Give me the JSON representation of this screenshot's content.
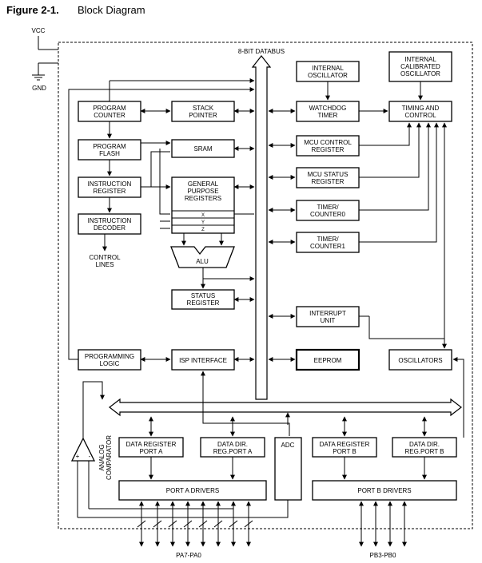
{
  "figure": {
    "number": "Figure 2-1.",
    "title": "Block Diagram"
  },
  "pins": {
    "vcc": "VCC",
    "gnd": "GND",
    "port_a_pins": "PA7-PA0",
    "port_b_pins": "PB3-PB0"
  },
  "bus": {
    "databus": "8-BIT DATABUS"
  },
  "blocks": {
    "program_counter": [
      "PROGRAM",
      "COUNTER"
    ],
    "stack_pointer": [
      "STACK",
      "POINTER"
    ],
    "program_flash": [
      "PROGRAM",
      "FLASH"
    ],
    "sram": [
      "SRAM"
    ],
    "instruction_register": [
      "INSTRUCTION",
      "REGISTER"
    ],
    "gp_registers": [
      "GENERAL",
      "PURPOSE",
      "REGISTERS"
    ],
    "reg_x": "X",
    "reg_y": "Y",
    "reg_z": "Z",
    "instruction_decoder": [
      "INSTRUCTION",
      "DECODER"
    ],
    "control_lines": [
      "CONTROL",
      "LINES"
    ],
    "alu": "ALU",
    "status_register": [
      "STATUS",
      "REGISTER"
    ],
    "programming_logic": [
      "PROGRAMMING",
      "LOGIC"
    ],
    "isp_interface": [
      "ISP INTERFACE"
    ],
    "internal_oscillator": [
      "INTERNAL",
      "OSCILLATOR"
    ],
    "internal_calibrated_oscillator": [
      "INTERNAL",
      "CALIBRATED",
      "OSCILLATOR"
    ],
    "watchdog_timer": [
      "WATCHDOG",
      "TIMER"
    ],
    "timing_control": [
      "TIMING AND",
      "CONTROL"
    ],
    "mcu_control_register": [
      "MCU CONTROL",
      "REGISTER"
    ],
    "mcu_status_register": [
      "MCU STATUS",
      "REGISTER"
    ],
    "timer_counter0": [
      "TIMER/",
      "COUNTER0"
    ],
    "timer_counter1": [
      "TIMER/",
      "COUNTER1"
    ],
    "interrupt_unit": [
      "INTERRUPT",
      "UNIT"
    ],
    "eeprom": [
      "EEPROM"
    ],
    "oscillators": [
      "OSCILLATORS"
    ],
    "data_register_port_a": [
      "DATA REGISTER",
      "PORT A"
    ],
    "data_dir_reg_port_a": [
      "DATA DIR.",
      "REG.PORT A"
    ],
    "adc": [
      "ADC"
    ],
    "data_register_port_b": [
      "DATA REGISTER",
      "PORT B"
    ],
    "data_dir_reg_port_b": [
      "DATA DIR.",
      "REG.PORT B"
    ],
    "port_a_drivers": [
      "PORT A DRIVERS"
    ],
    "port_b_drivers": [
      "PORT B DRIVERS"
    ],
    "analog_comparator": [
      "ANALOG",
      "COMPARATOR"
    ],
    "plus": "+",
    "minus": "-"
  }
}
